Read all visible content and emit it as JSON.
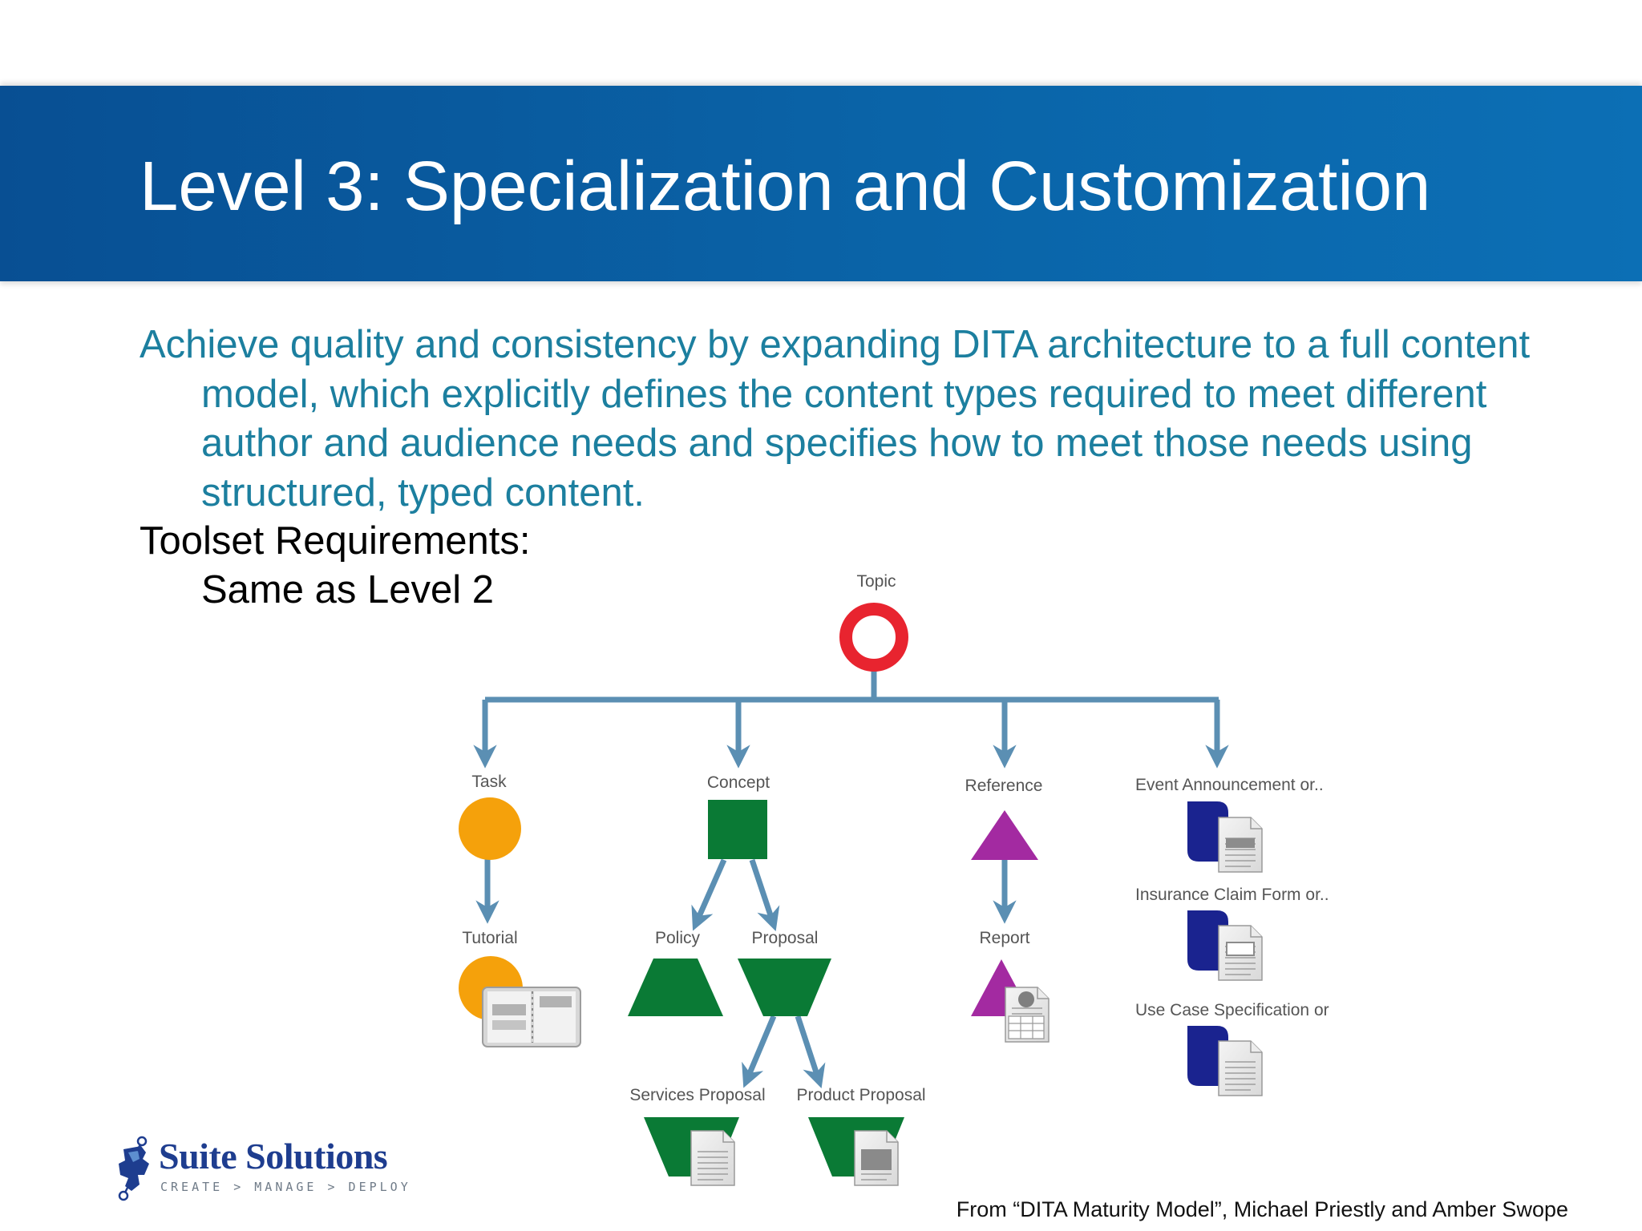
{
  "slide": {
    "title": "Level 3: Specialization and Customization",
    "body": "Achieve quality and consistency by expanding DITA architecture to a full content model, which explicitly defines the content types required to meet different author and audience needs and specifies how to meet those needs using structured, typed content.",
    "toolset_label": "Toolset Requirements:",
    "toolset_value": "Same as Level 2",
    "citation": "From “DITA Maturity Model”, Michael Priestly and Amber Swope"
  },
  "diagram": {
    "topic": "Topic",
    "task": "Task",
    "concept": "Concept",
    "reference": "Reference",
    "custom_1": "Event Announcement or..",
    "custom_2": "Insurance Claim Form or..",
    "custom_3": "Use Case Specification or",
    "tutorial": "Tutorial",
    "policy": "Policy",
    "proposal": "Proposal",
    "report": "Report",
    "services_proposal": "Services Proposal",
    "product_proposal": "Product Proposal"
  },
  "logo": {
    "name": "Suite Solutions",
    "tagline": "CREATE > MANAGE > DEPLOY"
  },
  "colors": {
    "title_bar": "#0a64a8",
    "body_text": "#1c7f9f",
    "connector": "#5b8fb3",
    "topic_ring": "#e8242f",
    "task_orange": "#f5a10b",
    "concept_green": "#0a7a35",
    "reference_purple": "#a32aa1",
    "custom_navy": "#1a238f"
  }
}
